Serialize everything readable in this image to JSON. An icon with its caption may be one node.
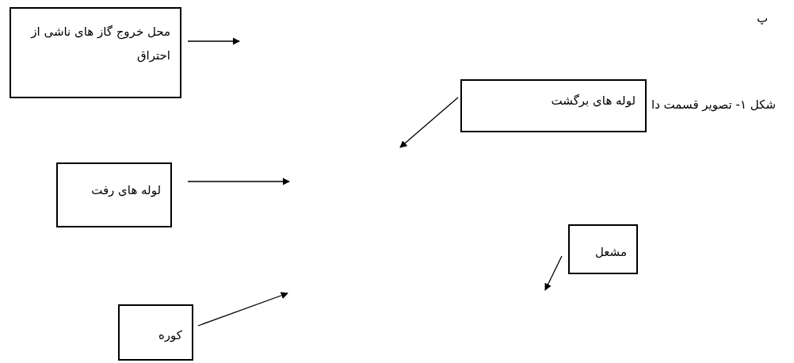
{
  "diagram": {
    "nodes": [
      {
        "text": [
          "محل خروج گاز های ناشی از احتراق"
        ]
      },
      {
        "text": [
          "لوله های برگشت"
        ]
      },
      {
        "text": [
          "لوله های رفت"
        ]
      },
      {
        "text": [
          "مشعل"
        ]
      },
      {
        "text": [
          "کوره"
        ]
      }
    ],
    "edges": [
      {
        "from": 0,
        "to": null,
        "arrow": "to"
      },
      {
        "from": 1,
        "to": null,
        "arrow": "to"
      },
      {
        "from": 2,
        "to": null,
        "arrow": "to"
      },
      {
        "from": 3,
        "to": null,
        "arrow": "to"
      },
      {
        "from": 4,
        "to": null,
        "arrow": "to"
      }
    ],
    "labels": [
      "پ",
      "شکل ۱- تصویر قسمت دا"
    ]
  }
}
